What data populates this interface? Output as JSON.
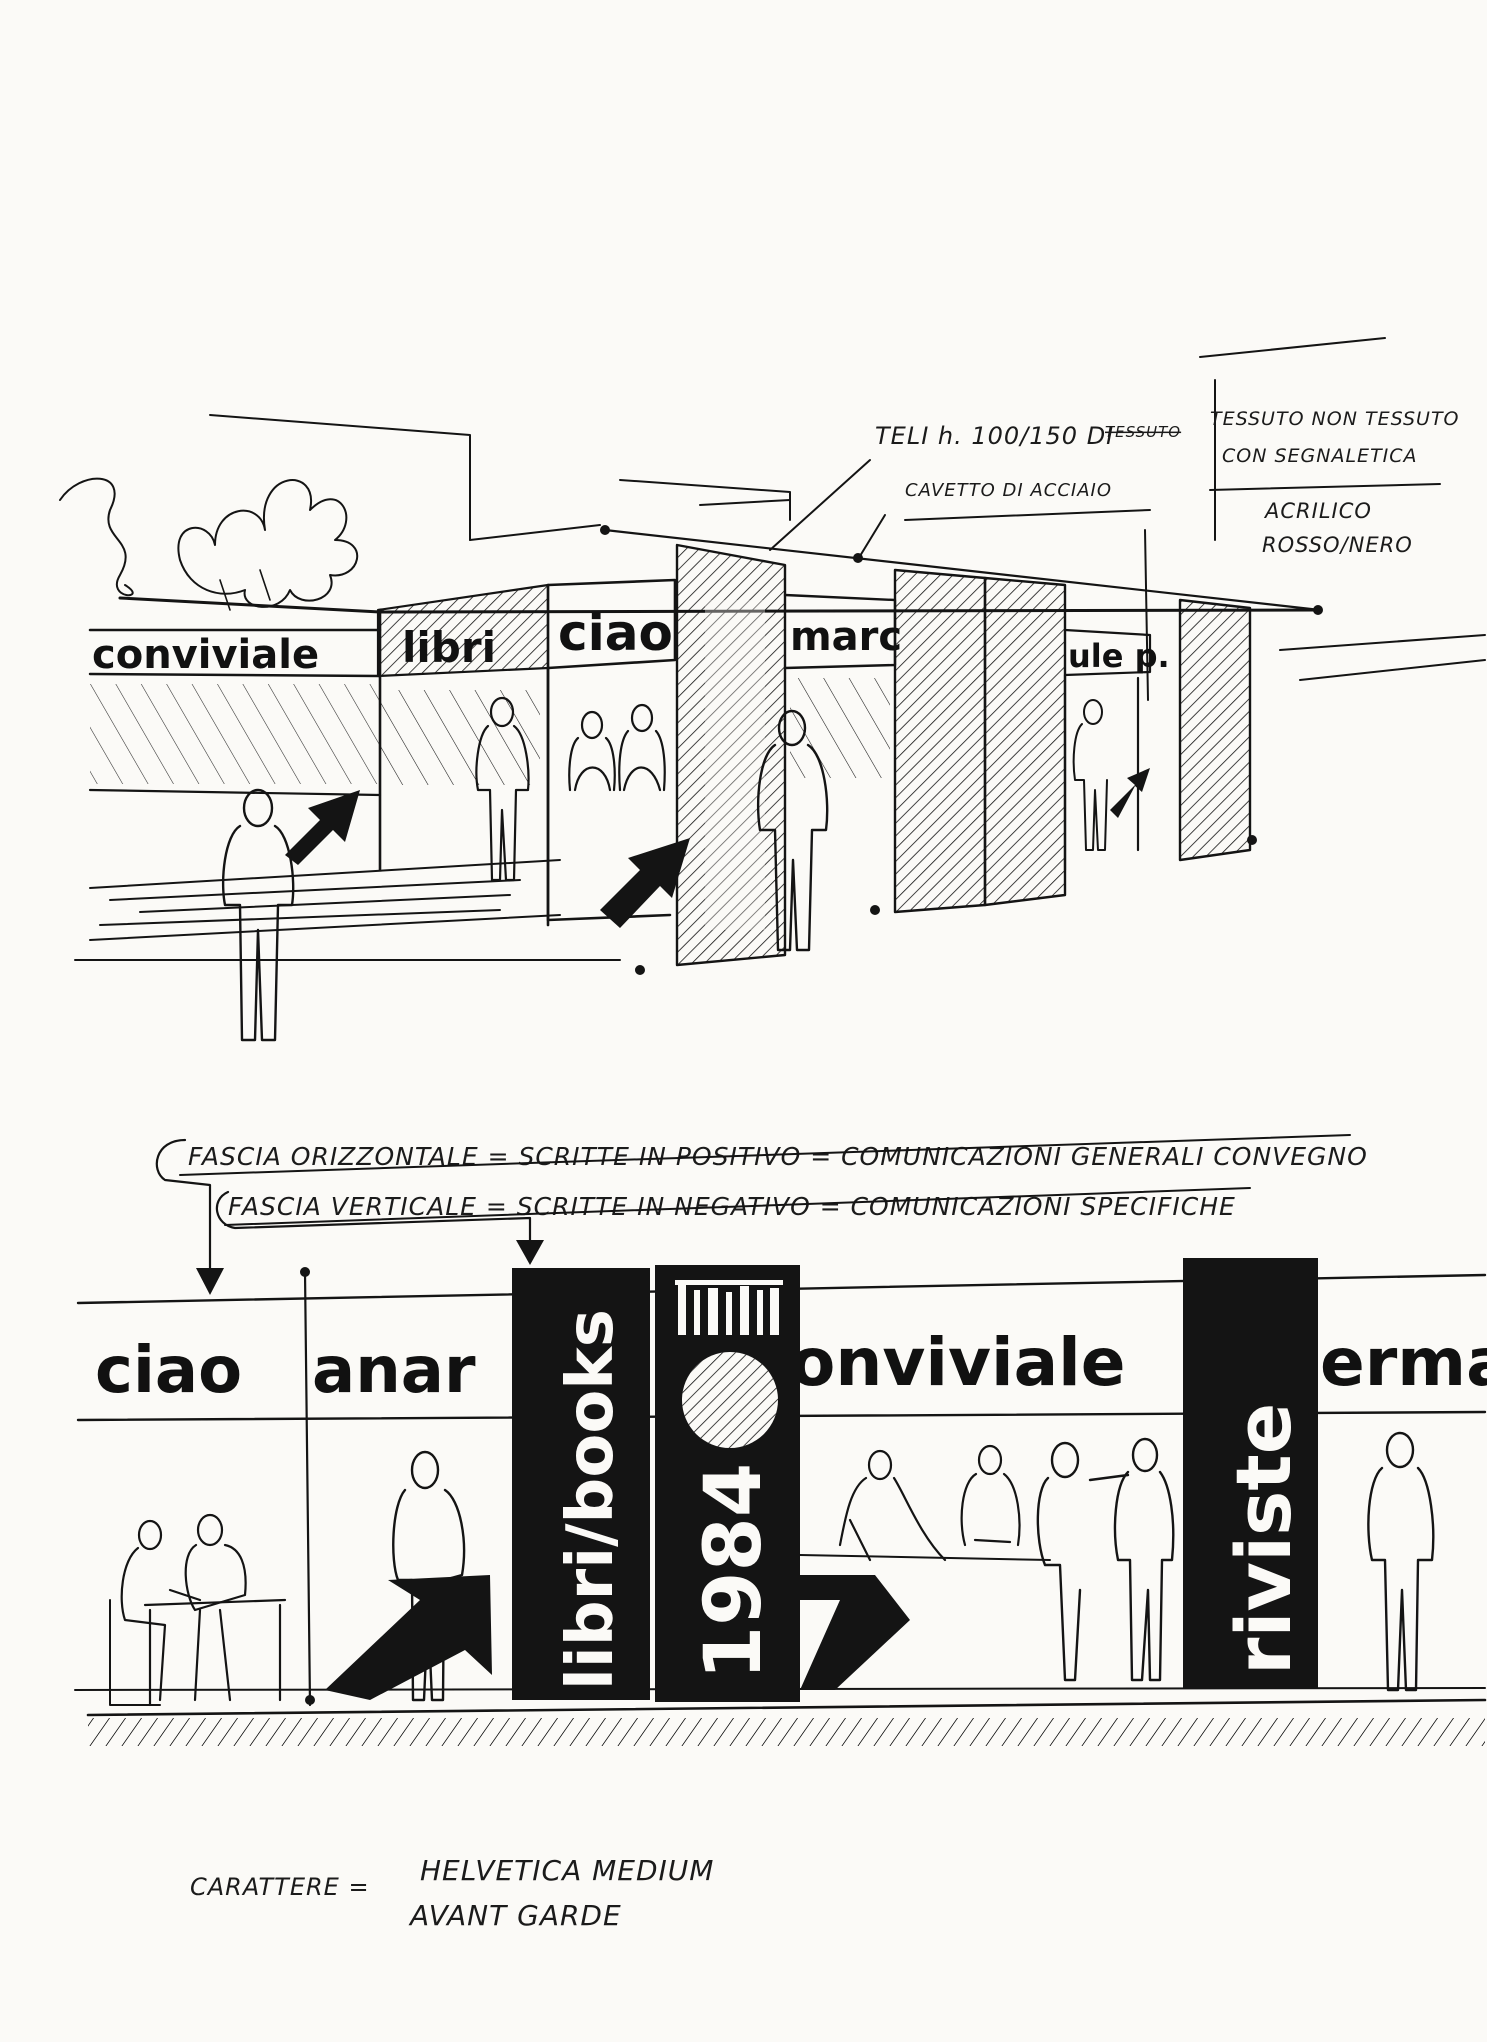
{
  "notes": {
    "teli": "TELI h. 100/150 DI",
    "teli_struck": "TESSUTO",
    "tessuto": "TESSUTO NON TESSUTO",
    "segnaletica": "CON SEGNALETICA",
    "cavetto": "CAVETTO DI ACCIAIO",
    "acrilico": "ACRILICO",
    "rosso_nero": "ROSSO/NERO"
  },
  "perspective_signs": {
    "conviviale": "conviviale",
    "libri": "libri",
    "ciao": "ciao",
    "marc": "marc",
    "ule": "ule p."
  },
  "legend": {
    "orizzontale": "FASCIA ORIZZONTALE = SCRITTE IN POSITIVO = COMUNICAZIONI GENERALI CONVEGNO",
    "verticale": "FASCIA VERTICALE = SCRITTE IN NEGATIVO = COMUNICAZIONI SPECIFICHE"
  },
  "elevation_band": {
    "ciao": "ciao",
    "anar": "anar",
    "conviviale": "onviviale",
    "erma": "erma"
  },
  "vertical_banners": {
    "books": "libri/books",
    "year": "1984",
    "riviste": "riviste"
  },
  "footer": {
    "carattere": "CARATTERE =",
    "font1": "HELVETICA MEDIUM",
    "font2": "AVANT GARDE"
  },
  "colors": {
    "ink": "#141414",
    "paper": "#fbfaf7"
  }
}
